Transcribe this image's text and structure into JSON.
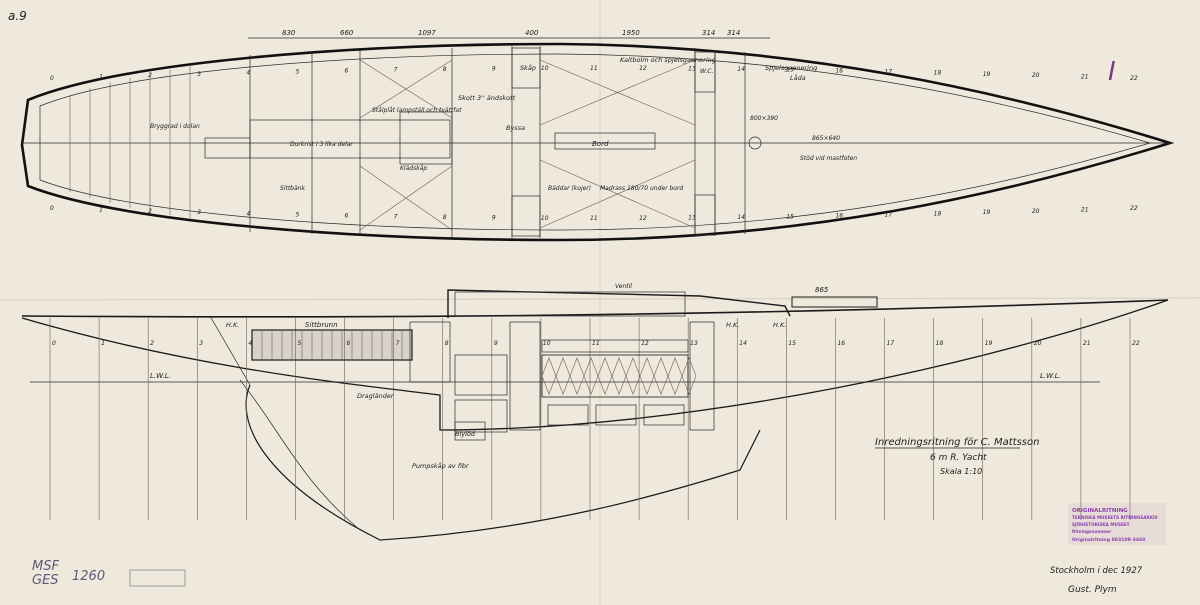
{
  "sheet": {
    "corner_ref": "a.9",
    "roman_numeral": "I",
    "archive_note_line1": "MSF",
    "archive_note_line2": "GES",
    "archive_number": "1260"
  },
  "plan": {
    "dims": [
      "830",
      "660",
      "1097",
      "400",
      "1950",
      "314",
      "314"
    ],
    "labels": {
      "cockpit": "Kaltbolm och spjelsgaenering",
      "mast": "Byssa",
      "locker": "Skåp",
      "table": "Bord",
      "bunk1": "Madrass 180/70 under bord",
      "bunk2": "Bäddar (kojer)",
      "seat": "Sittbänk",
      "cabinet": "Klädskåp",
      "wc": "W.C.",
      "forepeak": "Stålplåt lampställ och tvättfat",
      "bulkhead": "Skott 3'' ändskott",
      "sheer": "Spjelsgaenering",
      "box": "Låda",
      "note1": "Bryggrad i dolan",
      "note2": "Durkrist i 3 lika delar",
      "note3": "Stöd vid mastfoten"
    },
    "stations": [
      "0",
      "1",
      "2",
      "3",
      "4",
      "5",
      "6",
      "7",
      "8",
      "9",
      "10",
      "11",
      "12",
      "13",
      "14",
      "15",
      "16",
      "17",
      "18",
      "19",
      "20",
      "21",
      "22"
    ],
    "dim_aft": "865×640",
    "dim_fwd": "800×390"
  },
  "profile": {
    "dim_top": "865",
    "labels": {
      "cockpit": "Sittbrunn",
      "lwl": "L.W.L.",
      "lwl2": "L.W.L.",
      "hk": "H.K.",
      "vent": "Ventil",
      "bilge": "Dragländer",
      "ballast": "Blylöd",
      "engine": "Pumpskåp av fibr"
    }
  },
  "title_block": {
    "line1": "Inredningsritning för C. Mattsson",
    "line2": "6 m R. Yacht",
    "line3": "Skala 1:10"
  },
  "signature": {
    "place_date": "Stockholm i dec 1927",
    "name": "Gust. Plym"
  },
  "stamp": {
    "line1": "ORIGINALRITNING",
    "line2": "TEKNISKA MUSEETS RITNINGSARKIV",
    "line3": "SJÖHISTORISKA MUSEET",
    "line4": "Ritningsnummer",
    "line5": "Originalritning 003109-3460"
  },
  "colors": {
    "paper": "#efe8dc",
    "ink": "#1a1a1a",
    "stamp": "#8a3fae"
  }
}
